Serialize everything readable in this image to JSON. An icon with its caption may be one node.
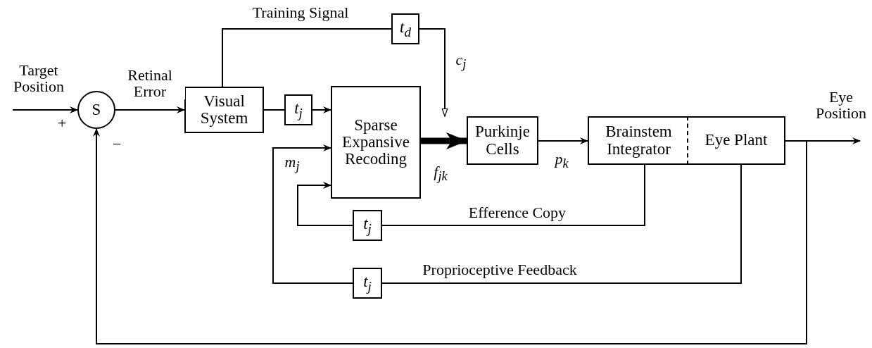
{
  "diagram": {
    "nodes": [
      {
        "text": [
          "S"
        ]
      },
      {
        "text": [
          "Visual System"
        ]
      },
      {
        "text": [
          "t$_{j}$"
        ]
      },
      {
        "text": [
          "Sparse Expansive Recoding"
        ]
      },
      {
        "text": [
          "t$_{d}$"
        ]
      },
      {
        "text": [
          "Purkinje Cells"
        ]
      },
      {
        "text": [
          "Brainstem Integrator"
        ]
      },
      {
        "text": [
          "Eye Plant"
        ]
      },
      {
        "text": [
          "t$_{j}$"
        ]
      },
      {
        "text": [
          "t$_{j}$"
        ]
      }
    ],
    "edges": [
      {
        "from": null,
        "to": 0,
        "arrow": "to",
        "label": "Target Position"
      },
      {
        "from": 0,
        "to": 1,
        "arrow": "to",
        "label": "Retinal Error"
      },
      {
        "from": 1,
        "to": 2,
        "arrow": "none"
      },
      {
        "from": 2,
        "to": 3,
        "arrow": "to"
      },
      {
        "from": 1,
        "to": 4,
        "arrow": "none",
        "label": "Training Signal"
      },
      {
        "from": 4,
        "to": 5,
        "arrow": "to",
        "label": "c$_{j}$"
      },
      {
        "from": 3,
        "to": 5,
        "arrow": "to",
        "style": "thick",
        "label": "f$_{jk}$"
      },
      {
        "from": 5,
        "to": 6,
        "arrow": "to",
        "label": "p$_{k}$"
      },
      {
        "from": 7,
        "to": null,
        "arrow": "to",
        "label": "Eye Position"
      },
      {
        "from": 6,
        "to": 8,
        "arrow": "none",
        "label": "Efference Copy"
      },
      {
        "from": 8,
        "to": 3,
        "arrow": "to"
      },
      {
        "from": 7,
        "to": 9,
        "arrow": "none",
        "label": "Proprioceptive Feedback"
      },
      {
        "from": 9,
        "to": 3,
        "arrow": "to",
        "label": "m$_{j}$"
      },
      {
        "from": 7,
        "to": 0,
        "arrow": "to"
      }
    ],
    "labels": [
      "+",
      "−"
    ]
  }
}
